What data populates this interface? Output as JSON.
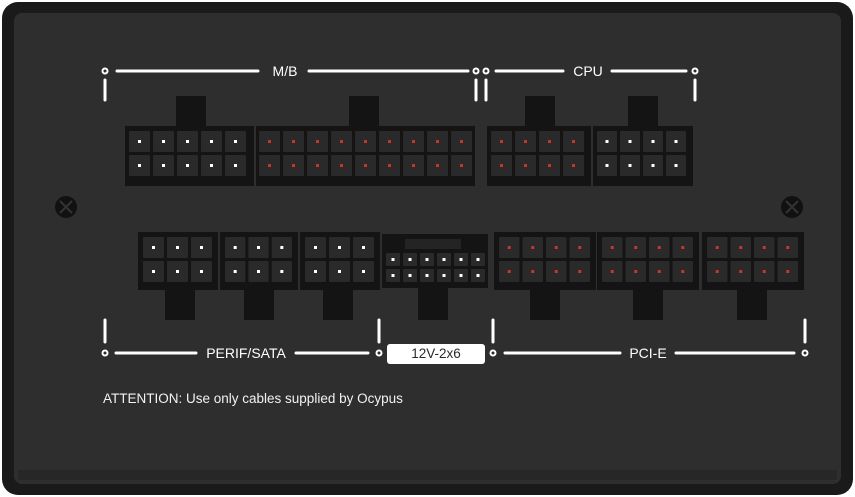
{
  "labels": {
    "mb": "M/B",
    "cpu": "CPU",
    "perif_sata": "PERIF/SATA",
    "twelve_v": "12V-2x6",
    "pcie": "PCI-E"
  },
  "attention": "ATTENTION: Use only cables supplied by Ocypus",
  "colors": {
    "panel": "#2e2e2e",
    "panel_edge": "#1a1a1a",
    "connector": "#141414",
    "socket": "#2a2a2a",
    "pin_white": "#ffffff",
    "pin_red": "#c0392b",
    "screen_printing": "#ffffff"
  }
}
